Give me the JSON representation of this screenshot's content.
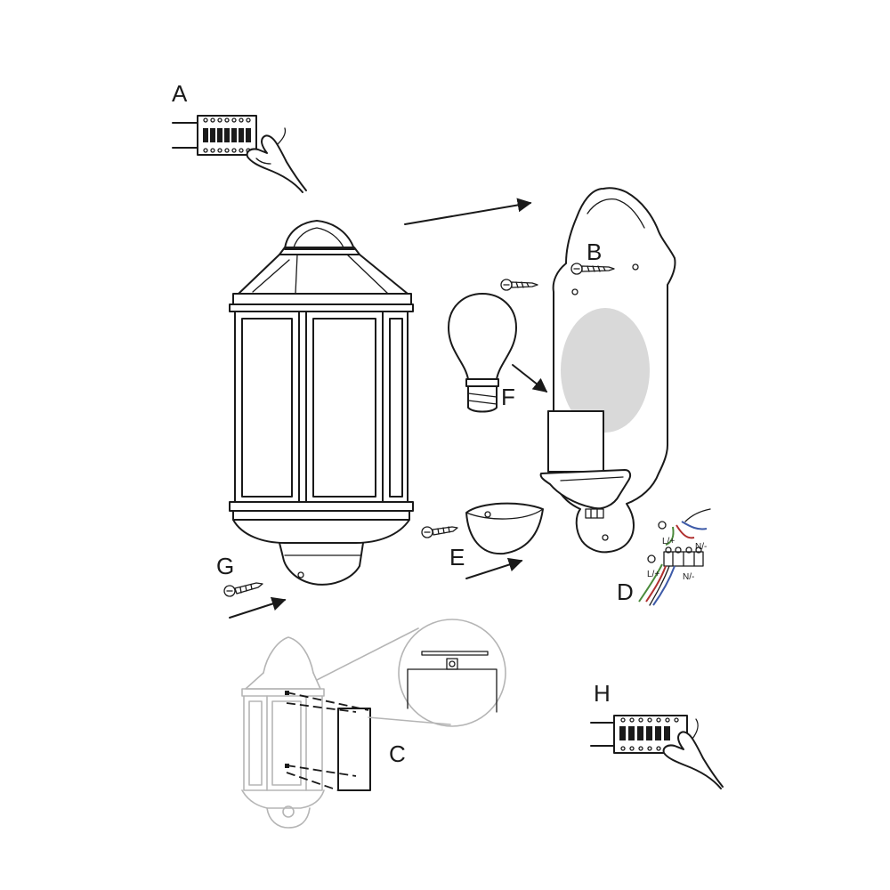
{
  "steps": {
    "a": "A",
    "b": "B",
    "c": "C",
    "d": "D",
    "e": "E",
    "f": "F",
    "g": "G",
    "h": "H"
  },
  "wire_labels": {
    "live_top": "L/+",
    "neutral_top": "N/-",
    "live_bottom": "L/+",
    "neutral_bottom": "N/-"
  },
  "colors": {
    "line": "#1a1a1a",
    "ghost": "#b5b5b5",
    "diffuser": "#d9d9d9",
    "wire_live": "#b0302f",
    "wire_earth": "#4a8a3a",
    "wire_neutral": "#3d5aa8"
  }
}
